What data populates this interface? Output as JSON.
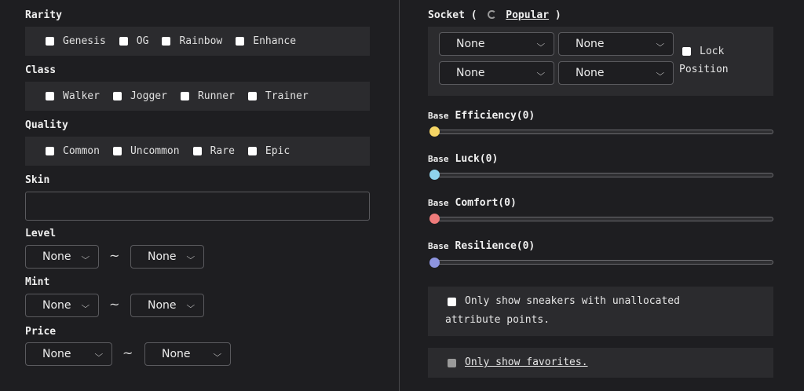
{
  "left": {
    "rarity": {
      "label": "Rarity",
      "options": [
        "Genesis",
        "OG",
        "Rainbow",
        "Enhance"
      ]
    },
    "class": {
      "label": "Class",
      "options": [
        "Walker",
        "Jogger",
        "Runner",
        "Trainer"
      ]
    },
    "quality": {
      "label": "Quality",
      "options": [
        "Common",
        "Uncommon",
        "Rare",
        "Epic"
      ]
    },
    "skin": {
      "label": "Skin",
      "value": ""
    },
    "level": {
      "label": "Level",
      "from": "None",
      "to": "None",
      "sep": "~"
    },
    "mint": {
      "label": "Mint",
      "from": "None",
      "to": "None",
      "sep": "~"
    },
    "price": {
      "label": "Price",
      "from": "None",
      "to": "None",
      "sep": "~"
    }
  },
  "right": {
    "socket": {
      "label": "Socket",
      "open_paren": "(",
      "popular": "Popular",
      "close_paren": ")",
      "selects": [
        "None",
        "None",
        "None",
        "None"
      ],
      "lock_label_1": "Lock",
      "lock_label_2": "Position"
    },
    "sliders": [
      {
        "prefix": "Base",
        "name": "Efficiency(0)",
        "value": 0,
        "color": "#f5d565"
      },
      {
        "prefix": "Base",
        "name": "Luck(0)",
        "value": 0,
        "color": "#8fd3ec"
      },
      {
        "prefix": "Base",
        "name": "Comfort(0)",
        "value": 0,
        "color": "#ef7b7b"
      },
      {
        "prefix": "Base",
        "name": "Resilience(0)",
        "value": 0,
        "color": "#8e95e0"
      }
    ],
    "unallocated": {
      "line1": "Only show sneakers with unallocated",
      "line2": "attribute points."
    },
    "favorites": {
      "label": "Only show favorites."
    }
  }
}
